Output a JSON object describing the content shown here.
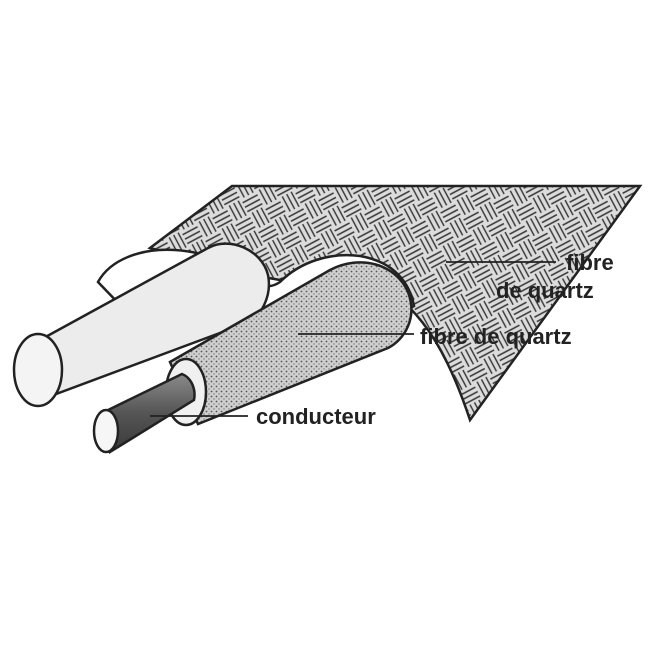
{
  "labels": {
    "outer_braid_line1": "fibre",
    "outer_braid_line2": "de quartz",
    "inner_insulation": "fibre de quartz",
    "conductor": "conducteur"
  },
  "colors": {
    "ink": "#222222",
    "paper": "#ffffff",
    "light_fill": "#e9e9e9",
    "braid_fill": "#dcdcdc",
    "stipple_fill": "#bdbdbd",
    "conductor_fill": "#6f6f6f"
  }
}
